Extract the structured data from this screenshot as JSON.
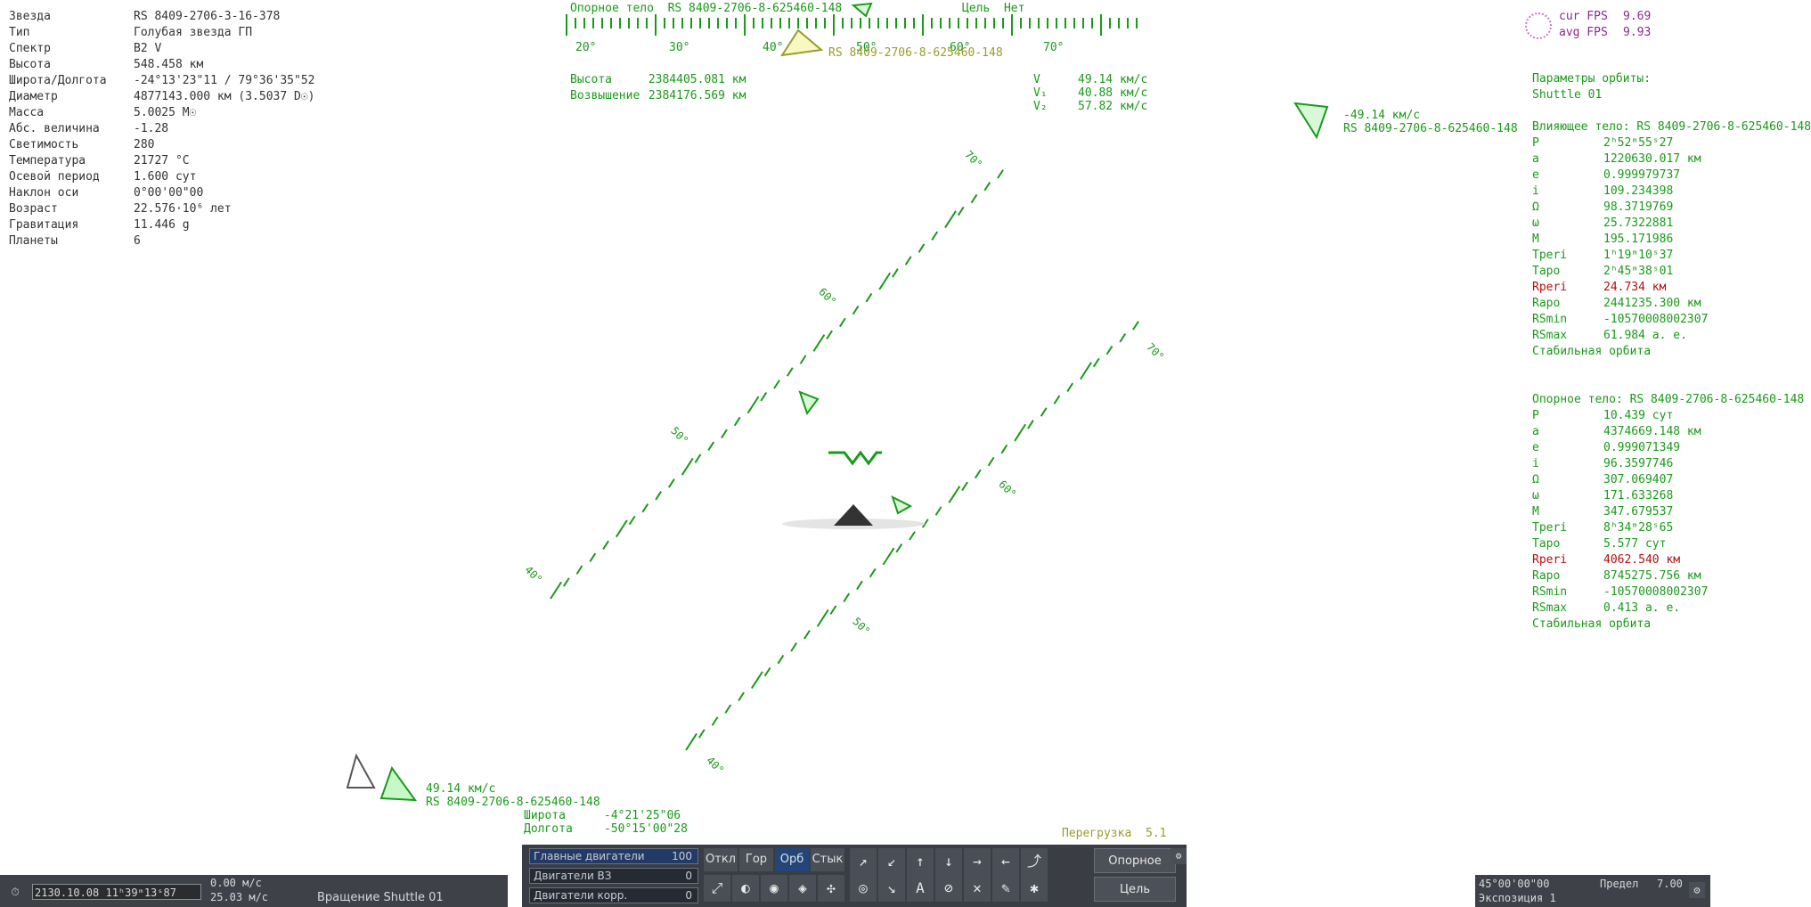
{
  "star": {
    "rows": [
      {
        "k": "Звезда",
        "v": "RS 8409-2706-3-16-378"
      },
      {
        "k": "Тип",
        "v": "Голубая звезда ГП"
      },
      {
        "k": "Спектр",
        "v": "B2 V"
      },
      {
        "k": "Высота",
        "v": "548.458 км"
      },
      {
        "k": "Широта/Долгота",
        "v": "-24°13'23\"11 / 79°36'35\"52"
      },
      {
        "k": "Диаметр",
        "v": "4877143.000 км (3.5037 D☉)"
      },
      {
        "k": "Масса",
        "v": "5.0025 M☉"
      },
      {
        "k": "Абс. величина",
        "v": "-1.28"
      },
      {
        "k": "Светимость",
        "v": "280"
      },
      {
        "k": "Температура",
        "v": "21727 °C"
      },
      {
        "k": "Осевой период",
        "v": "1.600 сут"
      },
      {
        "k": "Наклон оси",
        "v": "0°00'00\"00"
      },
      {
        "k": "Возраст",
        "v": "22.576·10⁶ лет"
      },
      {
        "k": "Гравитация",
        "v": "11.446 g"
      },
      {
        "k": "Планеты",
        "v": "6"
      }
    ]
  },
  "hud_top": {
    "ref_label": "Опорное тело",
    "ref_name": "RS 8409-2706-8-625460-148",
    "target_label": "Цель",
    "target_value": "Нет",
    "heading_ticks": [
      "20°",
      "30°",
      "40°",
      "50°",
      "60°",
      "70°"
    ],
    "target_marker": "RS 8409-2706-8-625460-148",
    "altitude_label": "Высота",
    "altitude_value": "2384405.081 км",
    "elevation_label": "Возвышение",
    "elevation_value": "2384176.569 км",
    "v_label": "V",
    "v_value": "49.14 км/с",
    "v1_label": "V₁",
    "v1_value": "40.88 км/с",
    "v2_label": "V₂",
    "v2_value": "57.82 км/с"
  },
  "side_marker": {
    "speed": "-49.14 км/с",
    "name": "RS 8409-2706-8-625460-148"
  },
  "lower_marker": {
    "speed": "49.14 км/с",
    "name": "RS 8409-2706-8-625460-148",
    "lat_label": "Широта",
    "lat_value": "-4°21'25\"06",
    "lon_label": "Долгота",
    "lon_value": "-50°15'00\"28"
  },
  "overload": {
    "label": "Перегрузка",
    "value": "5.1"
  },
  "pitch_labels": [
    "70°",
    "60°",
    "50°",
    "40°",
    "70°",
    "60°",
    "50°",
    "40°"
  ],
  "orbit1": {
    "title": "Параметры орбиты:",
    "name": "Shuttle 01",
    "influence": "Влияющее тело: RS 8409-2706-8-625460-148",
    "rows": [
      {
        "k": "P",
        "v": "2ʰ52ᵐ55ˢ27",
        "red": false
      },
      {
        "k": "a",
        "v": "1220630.017 км",
        "red": false
      },
      {
        "k": "e",
        "v": "0.999979737",
        "red": false
      },
      {
        "k": "i",
        "v": "109.234398",
        "red": false
      },
      {
        "k": "Ω",
        "v": "98.3719769",
        "red": false
      },
      {
        "k": "ω",
        "v": "25.7322881",
        "red": false
      },
      {
        "k": "M",
        "v": "195.171986",
        "red": false
      },
      {
        "k": "Tperi",
        "v": "1ʰ19ᵐ10ˢ37",
        "red": false
      },
      {
        "k": "Tapo",
        "v": "2ʰ45ᵐ38ˢ01",
        "red": false
      },
      {
        "k": "Rperi",
        "v": "24.734 км",
        "red": true
      },
      {
        "k": "Rapo",
        "v": "2441235.300 км",
        "red": false
      },
      {
        "k": "RSmin",
        "v": "-10570008002307",
        "red": false
      },
      {
        "k": "RSmax",
        "v": "61.984 а. е.",
        "red": false
      }
    ],
    "stable": "Стабильная орбита"
  },
  "orbit2": {
    "title": "Опорное тело: RS 8409-2706-8-625460-148",
    "rows": [
      {
        "k": "P",
        "v": "10.439 сут",
        "red": false
      },
      {
        "k": "a",
        "v": "4374669.148 км",
        "red": false
      },
      {
        "k": "e",
        "v": "0.999071349",
        "red": false
      },
      {
        "k": "i",
        "v": "96.3597746",
        "red": false
      },
      {
        "k": "Ω",
        "v": "307.069407",
        "red": false
      },
      {
        "k": "ω",
        "v": "171.633268",
        "red": false
      },
      {
        "k": "M",
        "v": "347.679537",
        "red": false
      },
      {
        "k": "Tperi",
        "v": "8ʰ34ᵐ28ˢ65",
        "red": false
      },
      {
        "k": "Tapo",
        "v": "5.577 сут",
        "red": false
      },
      {
        "k": "Rperi",
        "v": "4062.540 км",
        "red": true
      },
      {
        "k": "Rapo",
        "v": "8745275.756 км",
        "red": false
      },
      {
        "k": "RSmin",
        "v": "-10570008002307",
        "red": false
      },
      {
        "k": "RSmax",
        "v": "0.413 а. е.",
        "red": false
      }
    ],
    "stable": "Стабильная орбита"
  },
  "fps": {
    "cur_label": "cur FPS",
    "cur_value": "9.69",
    "avg_label": "avg FPS",
    "avg_value": "9.93"
  },
  "bottom_left": {
    "time": "2130.10.08 11ʰ39ᵐ13ˢ87",
    "speed1": "0.00 м/с",
    "speed2": "25.03 м/с",
    "rotation": "Вращение Shuttle 01"
  },
  "controls": {
    "engines": [
      {
        "label": "Главные двигатели",
        "value": "100"
      },
      {
        "label": "Двигатели ВЗ",
        "value": "0"
      },
      {
        "label": "Двигатели корр.",
        "value": "0"
      }
    ],
    "modes": [
      "Откл",
      "Гор",
      "Орб",
      "Стык"
    ],
    "active_mode": "Орб",
    "ref_button": "Опорное",
    "target_button": "Цель"
  },
  "bottom_right": {
    "angle": "45°00'00\"00",
    "limit_label": "Предел",
    "limit_value": "7.00",
    "exposure": "Экспозиция 1"
  }
}
